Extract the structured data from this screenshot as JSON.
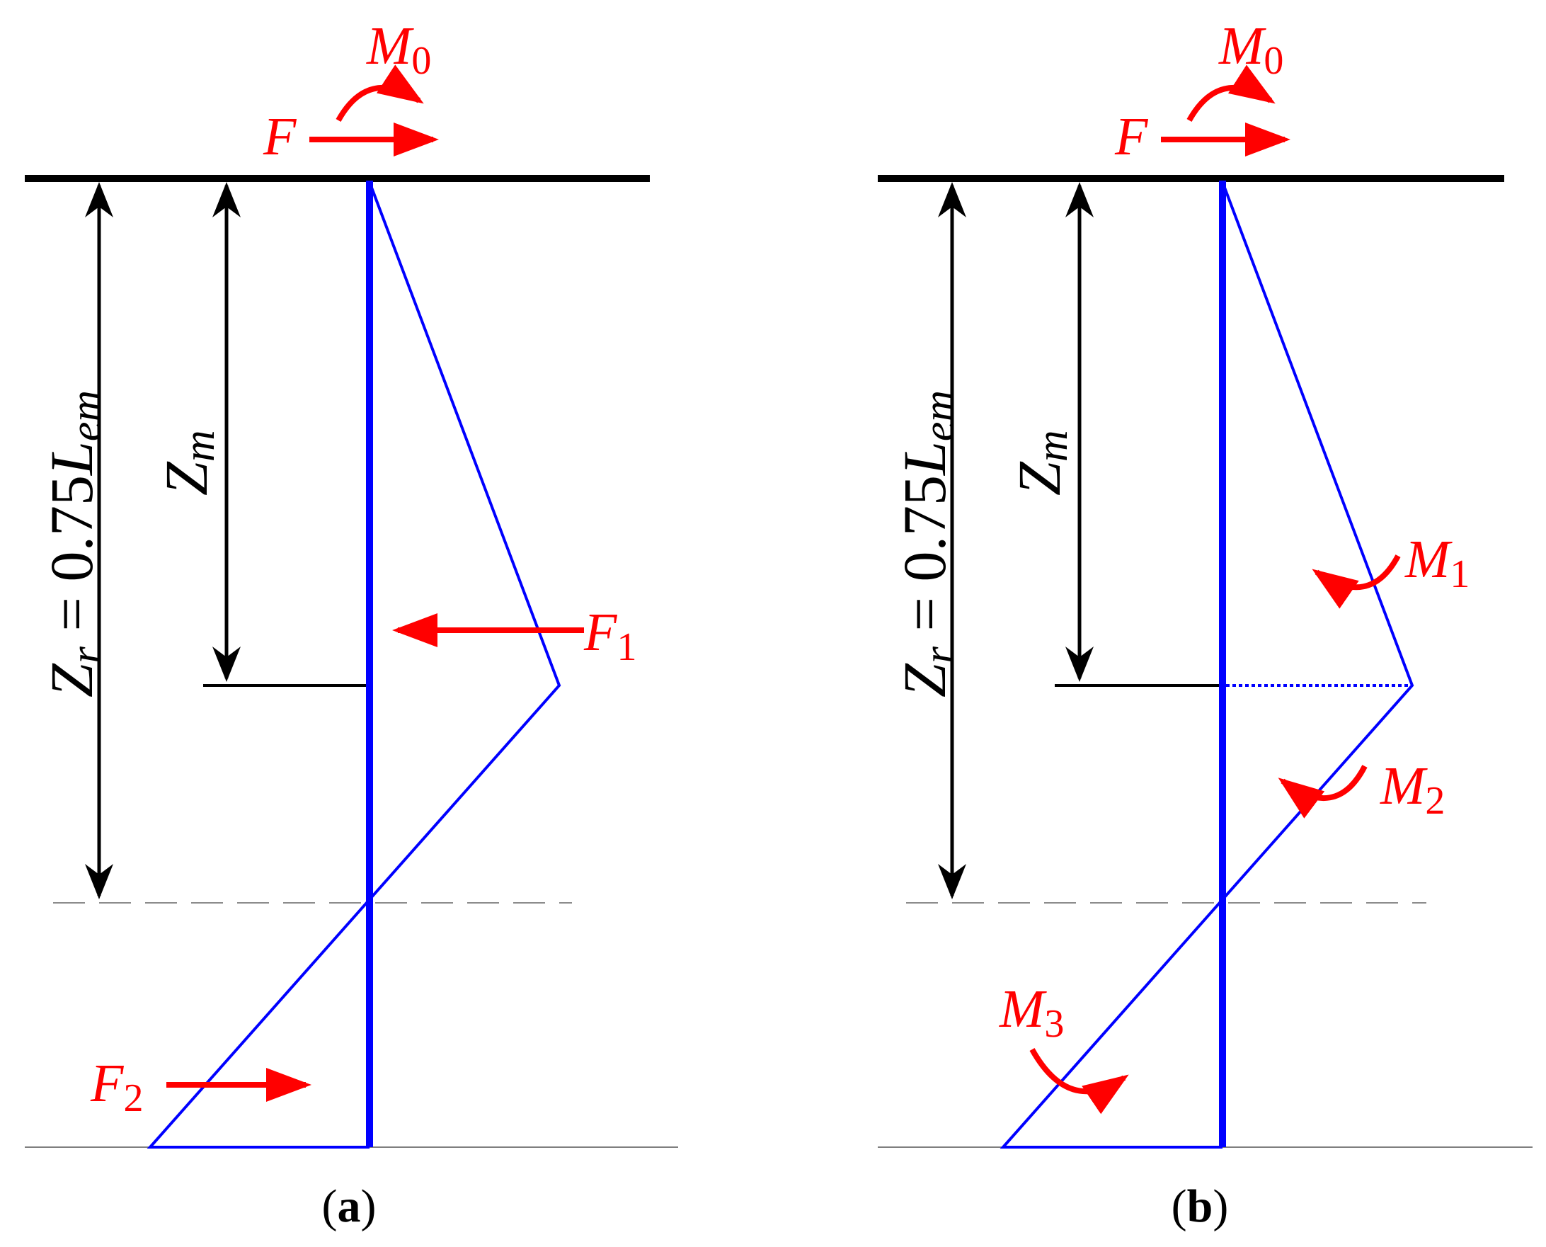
{
  "colors": {
    "pile": "#0000ff",
    "load": "#ff0000",
    "line": "#000000",
    "guide": "#555555"
  },
  "panel_a": {
    "caption": {
      "open": "(",
      "letter": "a",
      "close": ")"
    },
    "F": {
      "base": "F"
    },
    "M0": {
      "base": "M",
      "sub": "0"
    },
    "F1": {
      "base": "F",
      "sub": "1"
    },
    "F2": {
      "base": "F",
      "sub": "2"
    },
    "Zm": {
      "base": "Z",
      "sub": "m"
    },
    "Zr": {
      "base": "Z",
      "sub": "r",
      "eq": " = 0.75",
      "L": "L",
      "Lsub": "em"
    }
  },
  "panel_b": {
    "caption": {
      "open": "(",
      "letter": "b",
      "close": ")"
    },
    "F": {
      "base": "F"
    },
    "M0": {
      "base": "M",
      "sub": "0"
    },
    "M1": {
      "base": "M",
      "sub": "1"
    },
    "M2": {
      "base": "M",
      "sub": "2"
    },
    "M3": {
      "base": "M",
      "sub": "3"
    },
    "Zm": {
      "base": "Z",
      "sub": "m"
    },
    "Zr": {
      "base": "Z",
      "sub": "r",
      "eq": " = 0.75",
      "L": "L",
      "Lsub": "em"
    }
  }
}
